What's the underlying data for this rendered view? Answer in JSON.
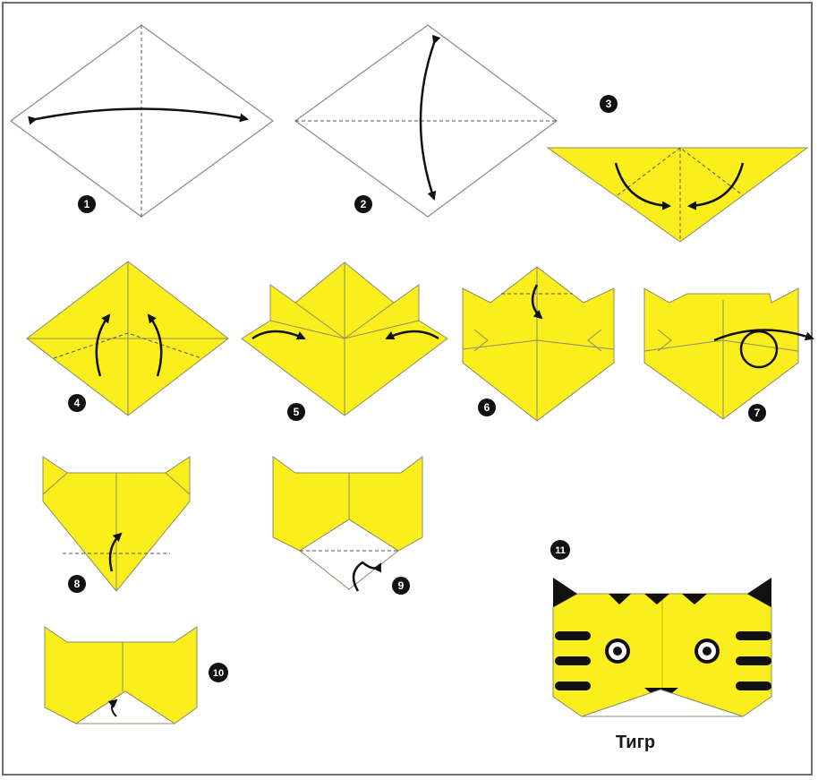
{
  "colors": {
    "paper": "#fbee1d",
    "paper_edge": "#8c8c6a",
    "fold_line": "#555555",
    "ink": "#111111",
    "frame": "#6e6e6e"
  },
  "steps": [
    {
      "label": "1"
    },
    {
      "label": "2"
    },
    {
      "label": "3"
    },
    {
      "label": "4"
    },
    {
      "label": "5"
    },
    {
      "label": "6"
    },
    {
      "label": "7"
    },
    {
      "label": "8"
    },
    {
      "label": "9"
    },
    {
      "label": "10"
    },
    {
      "label": "11"
    }
  ],
  "result": {
    "caption": "Тигр"
  }
}
